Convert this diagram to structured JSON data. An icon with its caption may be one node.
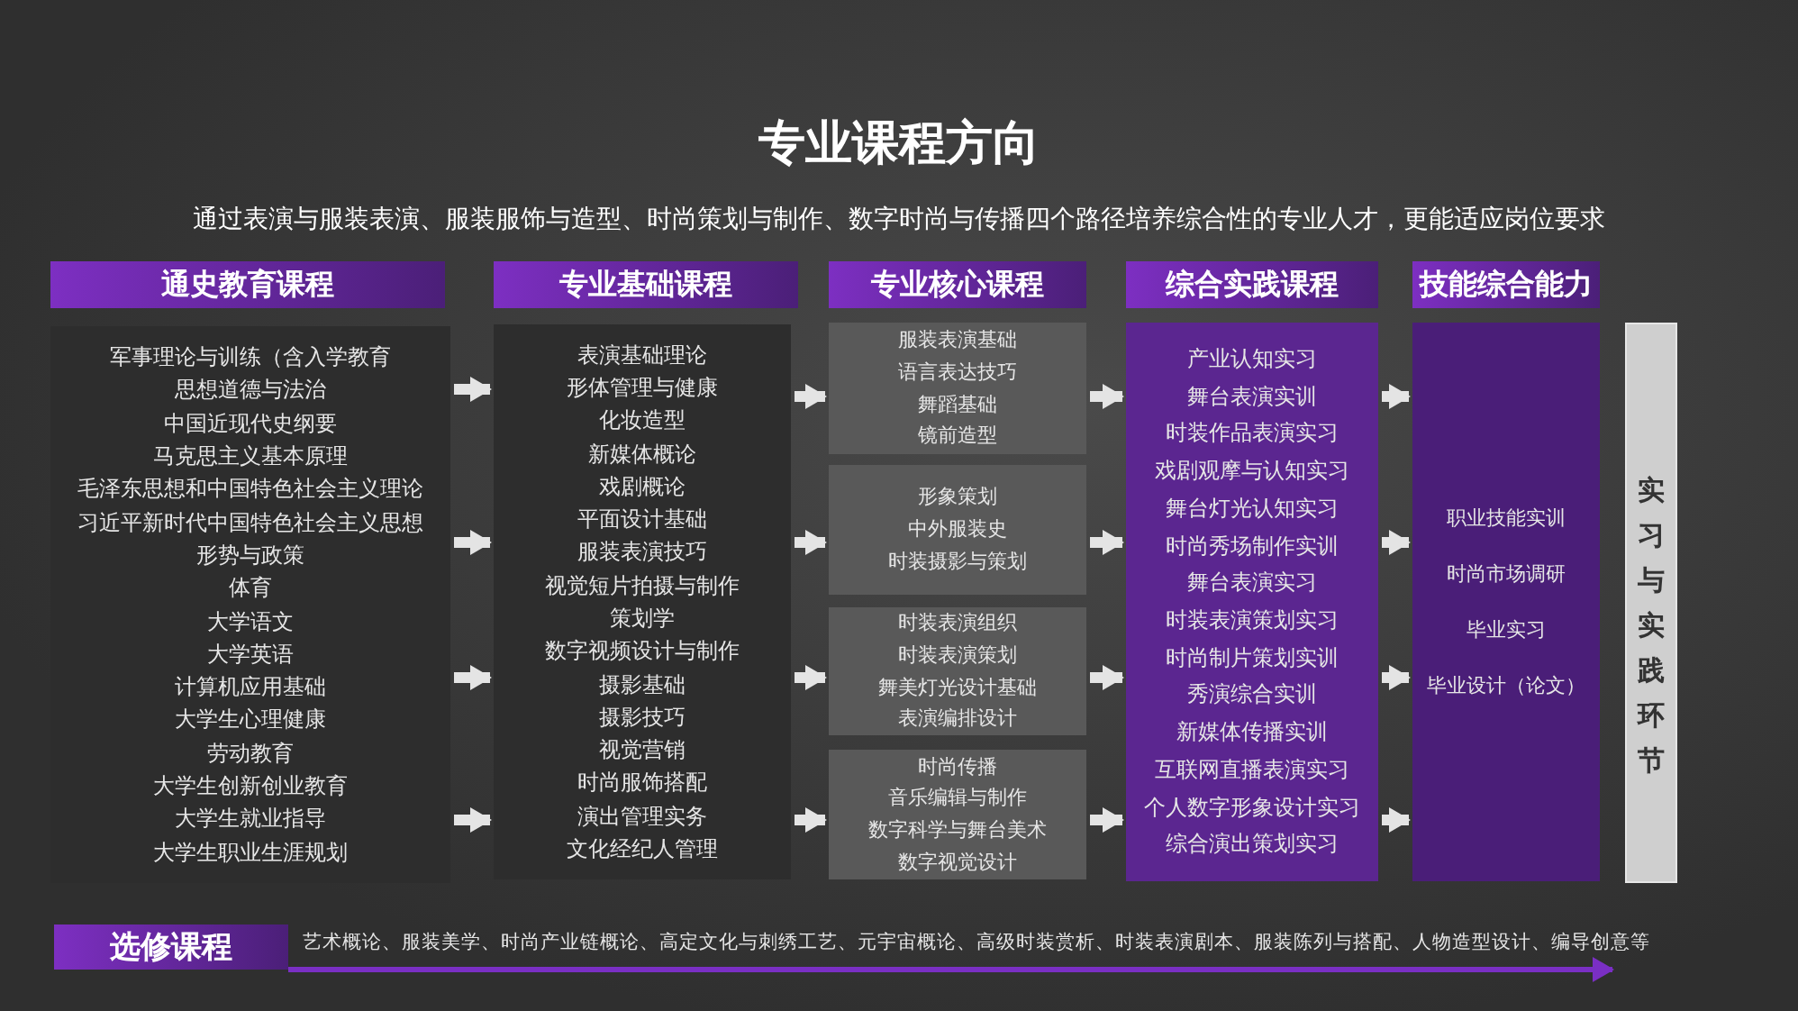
{
  "diagram": {
    "title": "专业课程方向",
    "nodes": [
      {
        "text": [
          "通史教育课程"
        ]
      },
      {
        "text": [
          "专业基础课程"
        ]
      },
      {
        "text": [
          "专业核心课程"
        ]
      },
      {
        "text": [
          "综合实践课程"
        ]
      },
      {
        "text": [
          "技能综合能力"
        ]
      },
      {
        "text": [
          "军事理论与训练（含入学教育",
          "思想道德与法治",
          "中国近现代史纲要",
          "马克思主义基本原理",
          "毛泽东思想和中国特色社会主义理论",
          "习近平新时代中国特色社会主义思想",
          "形势与政策",
          "体育",
          "大学语文",
          "大学英语",
          "计算机应用基础",
          "大学生心理健康",
          "劳动教育",
          "大学生创新创业教育",
          "大学生就业指导",
          "大学生职业生涯规划"
        ]
      },
      {
        "text": [
          "表演基础理论",
          "形体管理与健康",
          "化妆造型",
          "新媒体概论",
          "戏剧概论",
          "平面设计基础",
          "服装表演技巧",
          "视觉短片拍摄与制作",
          "策划学",
          "数字视频设计与制作",
          "摄影基础",
          "摄影技巧",
          "视觉营销",
          "时尚服饰搭配",
          "演出管理实务",
          "文化经纪人管理"
        ]
      },
      {
        "text": [
          "服装表演基础",
          "语言表达技巧",
          "舞蹈基础",
          "镜前造型"
        ]
      },
      {
        "text": [
          "形象策划",
          "中外服装史",
          "时装摄影与策划"
        ]
      },
      {
        "text": [
          "时装表演组织",
          "时装表演策划",
          "舞美灯光设计基础",
          "表演编排设计"
        ]
      },
      {
        "text": [
          "时尚传播",
          "音乐编辑与制作",
          "数字科学与舞台美术",
          "数字视觉设计"
        ]
      },
      {
        "text": [
          "产业认知实习",
          "舞台表演实训",
          "时装作品表演实习",
          "戏剧观摩与认知实习",
          "舞台灯光认知实习",
          "时尚秀场制作实训",
          "舞台表演实习",
          "时装表演策划实习",
          "时尚制片策划实训",
          "秀演综合实训",
          "新媒体传播实训",
          "互联网直播表演实习",
          "个人数字形象设计实习",
          "综合演出策划实习"
        ]
      },
      {
        "text": [
          "职业技能实训",
          "时尚市场调研",
          "毕业实习",
          "毕业设计（论文）"
        ]
      },
      {
        "text": [
          "实习与实践环节"
        ]
      },
      {
        "text": [
          "选修课程"
        ],
        "beside": [
          "艺术概论、服装美学、时尚产业链概论、高定文化与刺绣工艺、元宇宙概论、高级时装赏析、时装表演剧本、服装陈列与搭配、人物造型设计、编导创意等"
        ]
      }
    ],
    "edges": [
      {
        "from": 5,
        "to": 6,
        "arrow": "to"
      },
      {
        "from": 5,
        "to": 6,
        "arrow": "to"
      },
      {
        "from": 5,
        "to": 6,
        "arrow": "to"
      },
      {
        "from": 5,
        "to": 6,
        "arrow": "to"
      },
      {
        "from": 6,
        "to": 7,
        "arrow": "to"
      },
      {
        "from": 6,
        "to": 8,
        "arrow": "to"
      },
      {
        "from": 6,
        "to": 9,
        "arrow": "to"
      },
      {
        "from": 6,
        "to": 10,
        "arrow": "to"
      },
      {
        "from": 7,
        "to": 11,
        "arrow": "to"
      },
      {
        "from": 8,
        "to": 11,
        "arrow": "to"
      },
      {
        "from": 9,
        "to": 11,
        "arrow": "to"
      },
      {
        "from": 10,
        "to": 11,
        "arrow": "to"
      },
      {
        "from": 11,
        "to": 12,
        "arrow": "to"
      },
      {
        "from": 11,
        "to": 12,
        "arrow": "to"
      },
      {
        "from": 11,
        "to": 12,
        "arrow": "to"
      },
      {
        "from": 11,
        "to": 12,
        "arrow": "to"
      }
    ],
    "labels": [
      "通过表演与服装表演、服装服饰与造型、时尚策划与制作、数字时尚与传播四个路径培养综合性的专业人才，更能适应岗位要求"
    ]
  }
}
